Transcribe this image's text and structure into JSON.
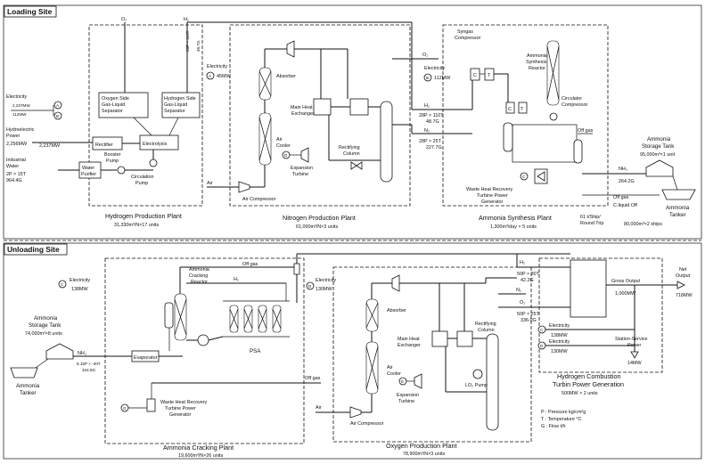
{
  "sections": {
    "loading": "Loading Site",
    "unloading": "Unloading Site"
  },
  "loading": {
    "h2_plant": {
      "title": "Hydrogen Production Plant",
      "capacity": "31,330m³/N×17 units",
      "o2": "O₂",
      "h2": "H₂",
      "electricity_label": "Electricity",
      "elec_a": "A",
      "elec_b": "B",
      "elec_val1": "2,237MW",
      "elec_val2": "112MW",
      "hydro_label": "Hydroelectric",
      "hydro_sub": "Power",
      "hydro_val": "2,256MW",
      "hydro_val2": "2,237MW",
      "water_label": "Industrial",
      "water_sub": "Water",
      "water_pt": "2P × 15T",
      "water_flow": "964.4G",
      "water_purifier": "Water",
      "water_purifier2": "Purifier",
      "rectifier": "Rectifier",
      "electrolysis": "Electrolysis",
      "booster": "Booster",
      "booster2": "Pump",
      "circulation": "Circulation",
      "circulation2": "Pump",
      "o2_sep1": "Oxygen Side",
      "o2_sep2": "Gas-Liquid",
      "o2_sep3": "Separator",
      "h2_sep1": "Hydrogen Side",
      "h2_sep2": "Gas-Liquid",
      "h2_sep3": "Separator",
      "h2_vert1": "28P × 110T",
      "h2_vert2": "48.7G"
    },
    "n2_plant": {
      "title": "Nitrogen Production Plant",
      "capacity": "61,000m³/N×3 units",
      "electricity_label": "Electricity",
      "elec_a": "A",
      "elec_val": "45MW",
      "air": "Air",
      "air_compressor": "Air Compressor",
      "absorber": "Absorber",
      "air_cooler1": "Air",
      "air_cooler2": "Cooler",
      "main_hx1": "Main Heat",
      "main_hx2": "Exchanger",
      "rectifying1": "Rectifying",
      "rectifying2": "Column",
      "expansion1": "Expansion",
      "expansion2": "Turbine",
      "d_marker": "D"
    },
    "nh3_plant": {
      "title": "Ammonia Synthesis Plant",
      "capacity": "1,300m³/day × 5 units",
      "o2": "O₂",
      "electricity_label": "Electricity",
      "elec_b": "B",
      "elec_val": "112MW",
      "h2": "H₂",
      "h2_cond1": "28P × 110T",
      "h2_cond2": "48.7G",
      "n2": "N₂",
      "n2_cond1": "28P × 25T",
      "n2_cond2": "227.7G",
      "syngas1": "Syngas",
      "syngas2": "Compressor",
      "c_label": "C",
      "t_label": "T",
      "reactor1": "Ammonia",
      "reactor2": "Synthesis",
      "reactor3": "Reactor",
      "circulator1": "Circulator",
      "circulator2": "Compressor",
      "off_gas": "Off gas",
      "waste1": "Waste Heat Recovery",
      "waste2": "Turbine Power",
      "waste3": "Generator",
      "c_marker": "C",
      "off_gas2": "Off gas",
      "nh3": "NH₃",
      "nh3_flow": "264.2G",
      "c_liquid": "C-liquid Off",
      "ships": "61 t/Ship/",
      "ships2": "Round Trip",
      "storage1": "Ammonia",
      "storage2": "Storage Tank",
      "storage3": "95,000m³×1 unit",
      "tanker1": "Ammonia",
      "tanker2": "Tanker",
      "tanker3": "80,000m³×2 ships"
    }
  },
  "unloading": {
    "crack_plant": {
      "title": "Ammonia Cracking Plant",
      "capacity": "19,600m³/N×26 units",
      "electricity_label": "Electricity",
      "elec_c": "C",
      "elec_val": "138MW",
      "storage1": "Ammonia",
      "storage2": "Storage Tank",
      "storage3": "74,000m³×8 units",
      "nh3": "NH₃",
      "nh3_cond1": "8.15P × -30T",
      "nh3_cond2": "344.8G",
      "tanker1": "Ammonia",
      "tanker2": "Tanker",
      "evaporator": "Evaporator",
      "off_gas": "Off gas",
      "cracking1": "Ammonia",
      "cracking2": "Cracking",
      "cracking3": "Reactor",
      "h2": "H₂",
      "psa": "PSA",
      "waste1": "Waste Heat Recovery",
      "waste2": "Turbine Power",
      "waste3": "Generator",
      "g_marker": "G",
      "off_gas2": "Off gas",
      "air": "Air"
    },
    "o2_plant": {
      "title": "Oxygen Production Plant",
      "capacity": "78,900m³/N×3 units",
      "electricity_label": "Electricity",
      "elec_d": "D",
      "elec_val": "130MW",
      "absorber": "Absorber",
      "air_cooler1": "Air",
      "air_cooler2": "Cooler",
      "main_hx1": "Main Heat",
      "main_hx2": "Exchanger",
      "rectifying1": "Rectifying",
      "rectifying2": "Column",
      "expansion1": "Expansion",
      "expansion2": "Turbine",
      "lo2_pump": "LO₂ Pump",
      "air_compressor": "Air Compressor",
      "n2": "N₂",
      "e_marker": "E"
    },
    "turbine_plant": {
      "title1": "Hydrogen Combustion",
      "title2": "Turbin Power Generation",
      "capacity": "500MW × 2 units",
      "h2": "H₂",
      "h2_cond1": "50P × 30T",
      "h2_cond2": "42.2G",
      "o2": "O₂",
      "o2_cond1": "50P × 25T",
      "o2_cond2": "336.0G",
      "gross": "Gross Output",
      "gross_val": "1,000MW",
      "net1": "Net",
      "net2": "Output",
      "net_val": "718MW",
      "elec1": "Electricity",
      "elec1_val": "138MW",
      "elec2": "Electricity",
      "elec2_val": "130MW",
      "station1": "Station-Service",
      "station2": "Power",
      "station_val": "14MW",
      "c_marker": "C",
      "d_marker": "D"
    },
    "legend": {
      "p": "P : Pressure kg/cm²g",
      "t": "T : Temperature °C",
      "g": "G : Flow t/h"
    }
  }
}
